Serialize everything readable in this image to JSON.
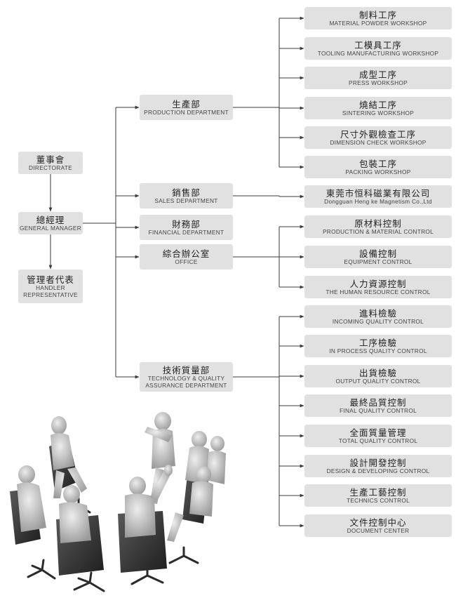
{
  "colors": {
    "box": "#e1e1e1",
    "line": "#3a3a3a"
  },
  "left": [
    {
      "zh": "董事會",
      "en": [
        "DIRECTORATE"
      ]
    },
    {
      "zh": "總經理",
      "en": [
        "GENERAL MANAGER"
      ]
    },
    {
      "zh": "管理者代表",
      "en": [
        "HANDLER",
        "REPRESENTATIVE"
      ]
    }
  ],
  "departments": [
    {
      "zh": "生產部",
      "en": [
        "PRODUCTION DEPARTMENT"
      ]
    },
    {
      "zh": "銷售部",
      "en": [
        "SALES DEPARTMENT"
      ]
    },
    {
      "zh": "財務部",
      "en": [
        "FINANCIAL DEPARTMENT"
      ]
    },
    {
      "zh": "綜合辦公室",
      "en": [
        "OFFICE"
      ]
    },
    {
      "zh": "技術質量部",
      "en": [
        "TECHNOLOGY  &  QUALITY",
        "ASSURANCE DEPARTMENT"
      ]
    }
  ],
  "production_units": [
    {
      "zh": "制料工序",
      "en": [
        "MATERIAL POWDER WORKSHOP"
      ]
    },
    {
      "zh": "工模具工序",
      "en": [
        "TOOLING MANUFACTURING WORKSHOP"
      ]
    },
    {
      "zh": "成型工序",
      "en": [
        "PRESS WORKSHOP"
      ]
    },
    {
      "zh": "燒結工序",
      "en": [
        "SINTERING WORKSHOP"
      ]
    },
    {
      "zh": "尺寸外觀檢查工序",
      "en": [
        "DIMENSION CHECK WORKSHOP"
      ]
    },
    {
      "zh": "包裝工序",
      "en": [
        "PACKING WORKSHOP"
      ]
    }
  ],
  "sales_units": [
    {
      "zh": "東莞市恒科磁業有限公司",
      "en": [
        "Dongguan Heng ke Magnetism Co.,Ltd"
      ]
    }
  ],
  "office_units": [
    {
      "zh": "原材料控制",
      "en": [
        "PRODUCTION & MATERIAL CONTROL"
      ]
    },
    {
      "zh": "設備控制",
      "en": [
        "EQUIPMENT CONTROL"
      ]
    },
    {
      "zh": "人力資源控制",
      "en": [
        "THE HUMAN RESOURCE CONTROL"
      ]
    }
  ],
  "quality_units": [
    {
      "zh": "進料檢驗",
      "en": [
        "INCOMING QUALITY CONTROL"
      ]
    },
    {
      "zh": "工序檢驗",
      "en": [
        "IN PROCESS QUALITY CONTROL"
      ]
    },
    {
      "zh": "出貨檢驗",
      "en": [
        "OUTPUT QUALITY CONTROL"
      ]
    },
    {
      "zh": "最終品質控制",
      "en": [
        "FINAL QUALITY CONTROL"
      ]
    },
    {
      "zh": "全面質量管理",
      "en": [
        "TOTAL QUALITY CONTROL"
      ]
    },
    {
      "zh": "設計開發控制",
      "en": [
        "DESIGN & DEVELOPING CONTROL"
      ]
    },
    {
      "zh": "生產工藝控制",
      "en": [
        "TECHNICS CONTROL"
      ]
    },
    {
      "zh": "文件控制中心",
      "en": [
        "DOCUMENT CENTER"
      ]
    }
  ]
}
